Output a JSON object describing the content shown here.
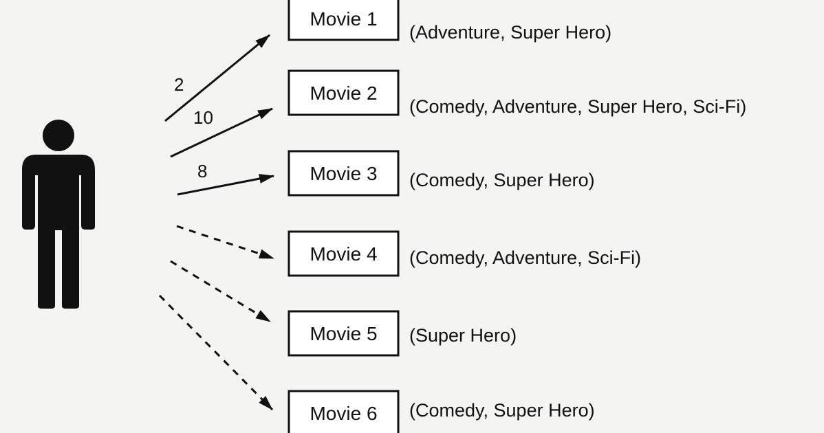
{
  "movies": [
    {
      "name": "Movie 1",
      "genres": "(Adventure, Super Hero)",
      "rating": "2",
      "link": "rated"
    },
    {
      "name": "Movie 2",
      "genres": "(Comedy, Adventure, Super Hero, Sci-Fi)",
      "rating": "10",
      "link": "rated"
    },
    {
      "name": "Movie 3",
      "genres": "(Comedy, Super Hero)",
      "rating": "8",
      "link": "rated"
    },
    {
      "name": "Movie 4",
      "genres": "(Comedy, Adventure, Sci-Fi)",
      "rating": "",
      "link": "unrated"
    },
    {
      "name": "Movie 5",
      "genres": "(Super Hero)",
      "rating": "",
      "link": "unrated"
    },
    {
      "name": "Movie 6",
      "genres": "(Comedy, Super Hero)",
      "rating": "",
      "link": "unrated"
    }
  ],
  "icons": {
    "user": "person-icon"
  },
  "colors": {
    "ink": "#111111",
    "background": "#f4f4f2",
    "box_fill": "#ffffff"
  }
}
